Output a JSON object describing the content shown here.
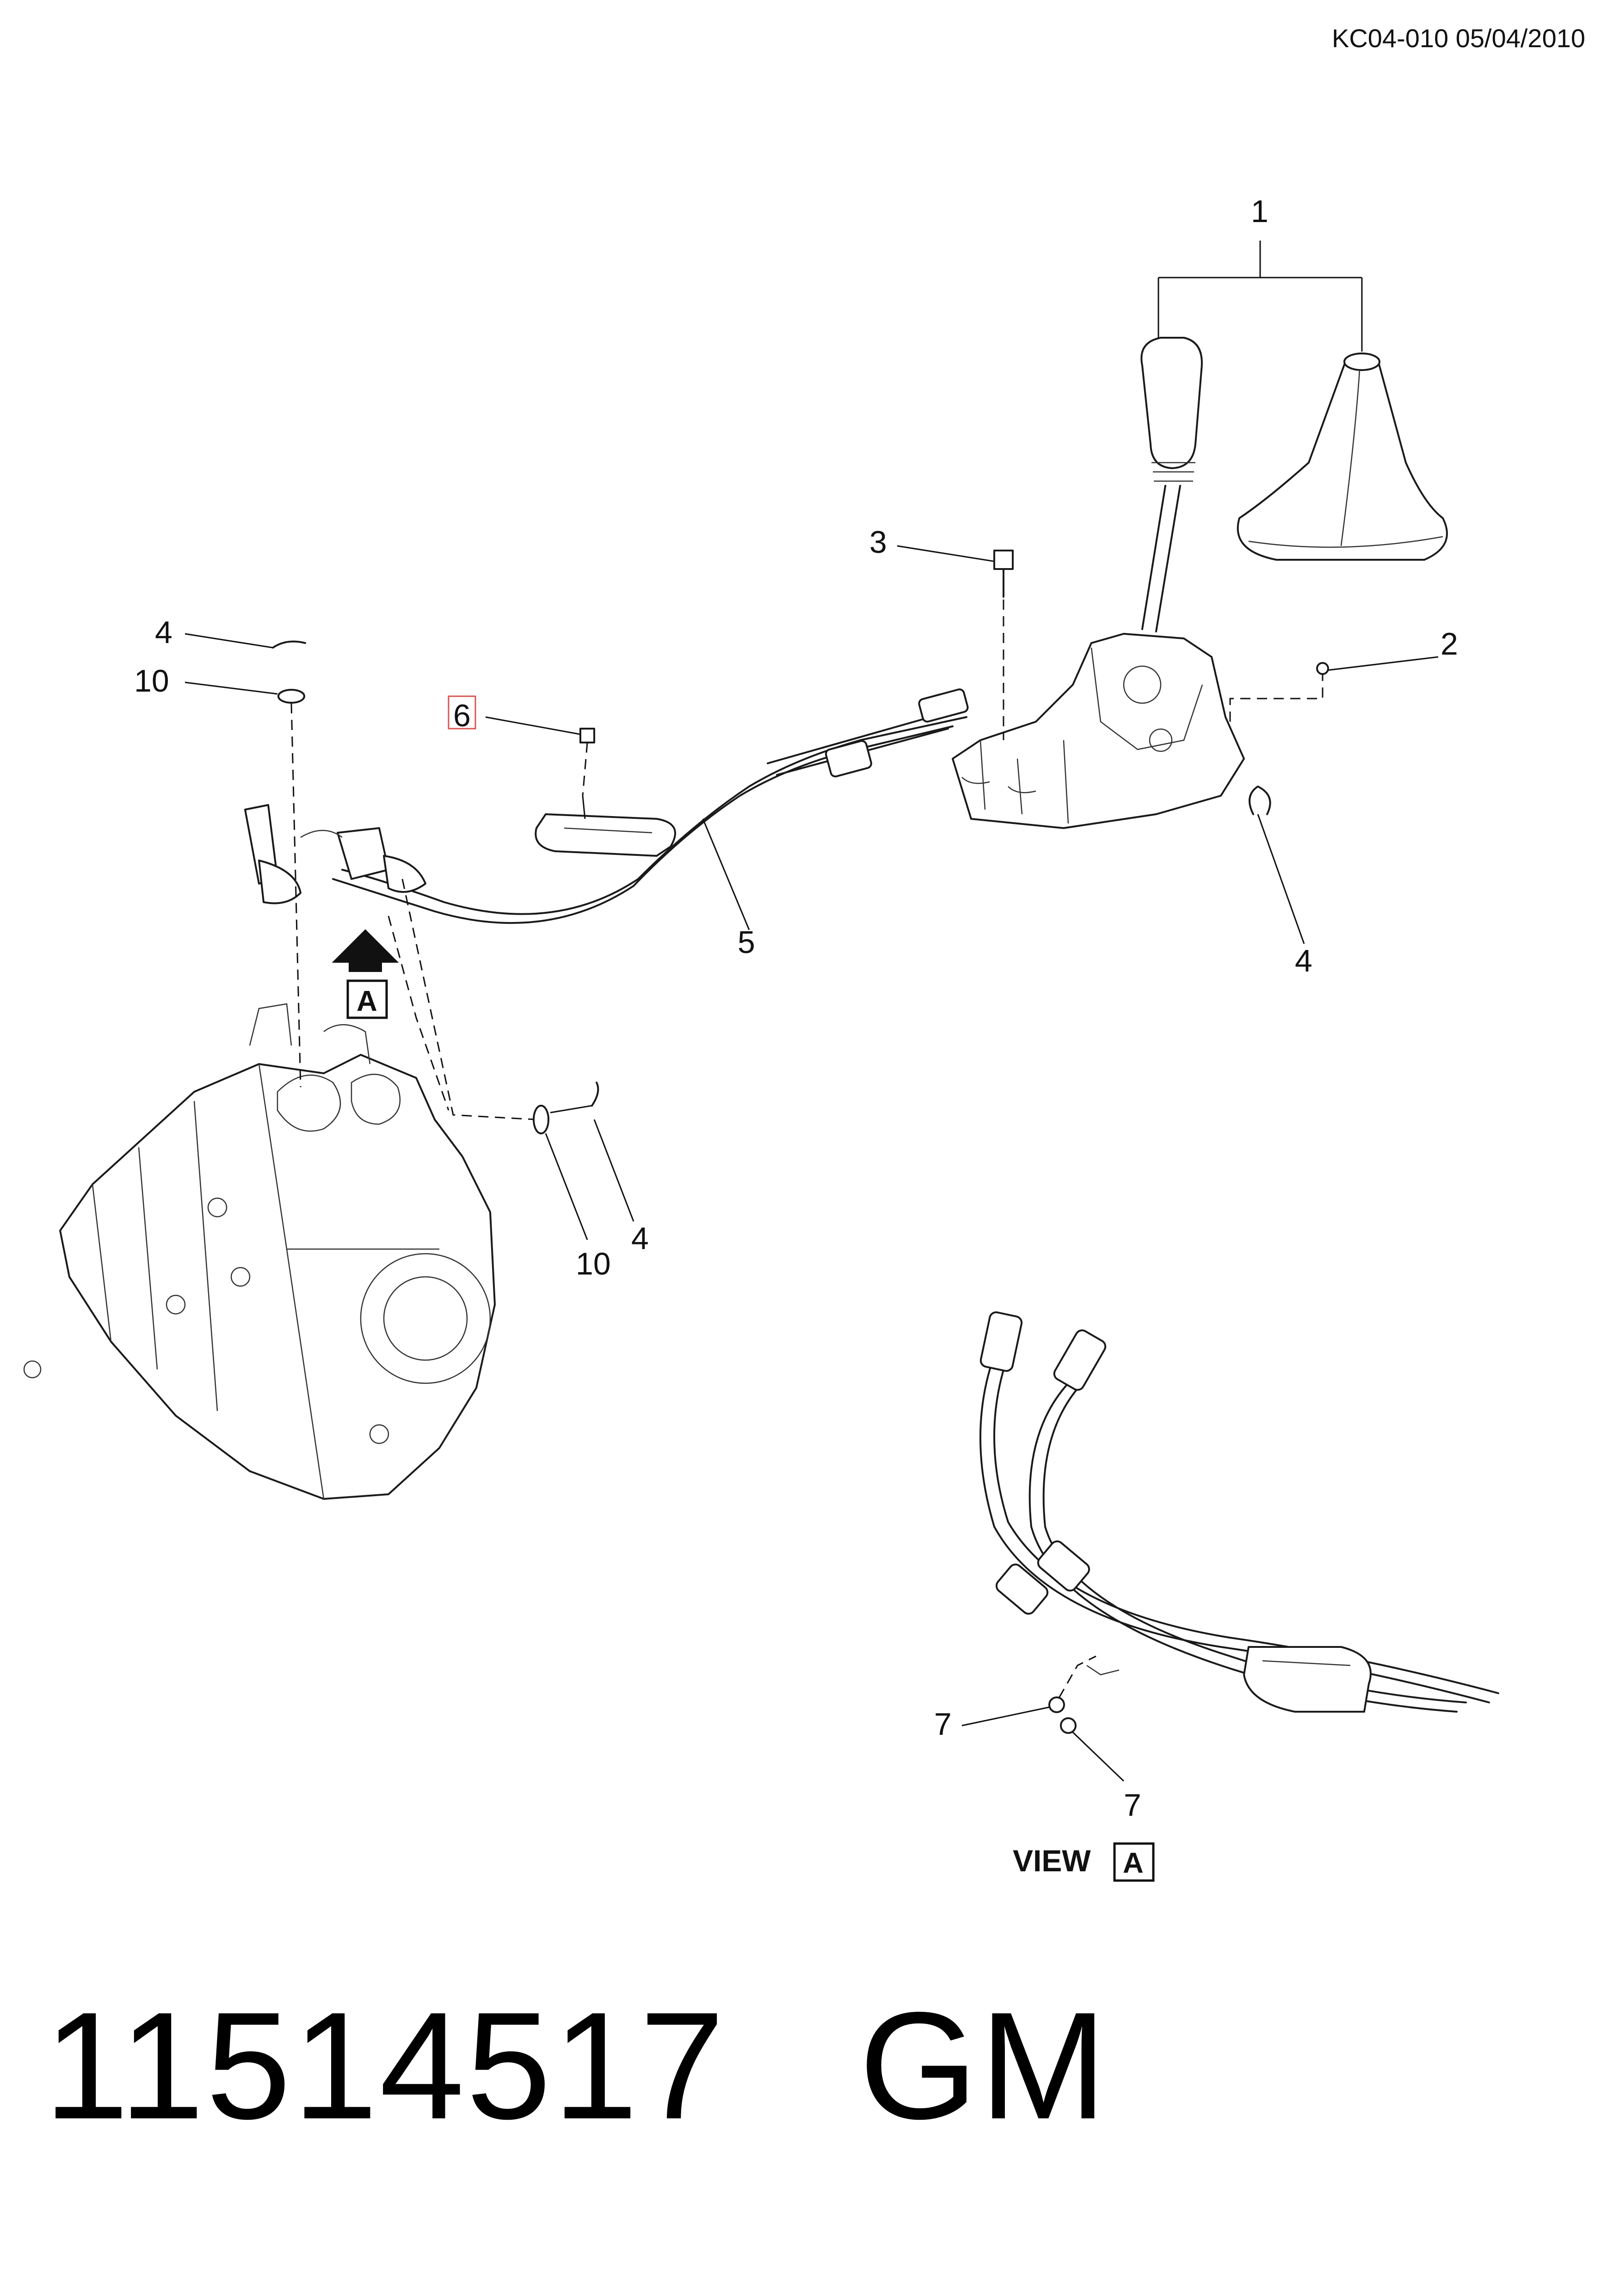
{
  "header": {
    "reference": "KC04-010 05/04/2010"
  },
  "callouts": {
    "c1": "1",
    "c2": "2",
    "c3": "3",
    "c4a": "4",
    "c4b": "4",
    "c4c": "4",
    "c5": "5",
    "c6": "6",
    "c7a": "7",
    "c7b": "7",
    "c10a": "10",
    "c10b": "10"
  },
  "view_marker": {
    "letter": "A"
  },
  "view_label": {
    "text": "VIEW",
    "letter": "A"
  },
  "footer": {
    "part_number": "11514517",
    "brand": "GM"
  },
  "colors": {
    "line": "#1a1a1a",
    "highlight": "#d9534f"
  }
}
